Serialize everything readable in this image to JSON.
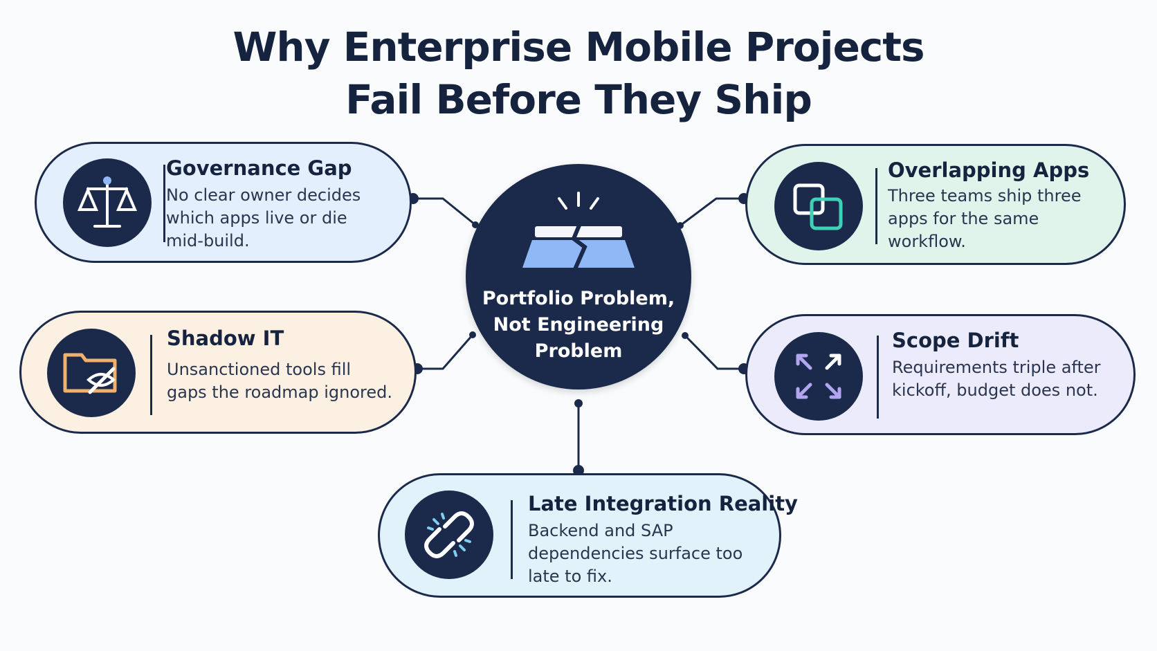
{
  "title": {
    "line1": "Why Enterprise Mobile Projects",
    "line2": "Fail Before They Ship"
  },
  "hub": {
    "label": "Portfolio Problem, Not Engineering Problem",
    "icon": "broken-block-icon"
  },
  "cards": {
    "governance": {
      "title": "Governance Gap",
      "text": "No clear owner decides which apps live or die mid-build.",
      "icon": "scales-icon"
    },
    "overlap": {
      "title": "Overlapping Apps",
      "text": "Three teams ship three apps for the same workflow.",
      "icon": "overlapping-squares-icon"
    },
    "shadow": {
      "title": "Shadow IT",
      "text": "Unsanctioned tools fill gaps the roadmap ignored.",
      "icon": "hidden-folder-icon"
    },
    "scope": {
      "title": "Scope Drift",
      "text": "Requirements triple after kickoff, budget does not.",
      "icon": "expand-arrows-icon"
    },
    "late": {
      "title": "Late Integration Reality",
      "text": "Backend and SAP dependencies surface too late to fix.",
      "icon": "broken-link-icon"
    }
  },
  "colors": {
    "navy": "#1b2a4a",
    "governance_bg": "#e4effd",
    "overlap_bg": "#e1f4ec",
    "shadow_bg": "#fcf0e2",
    "scope_bg": "#ecebfb",
    "late_bg": "#e2f2fa",
    "icon_blue": "#8fb8f5",
    "icon_teal": "#3fd1b5",
    "icon_orange": "#f2b06a",
    "icon_lavender": "#b3a6f0",
    "icon_sky": "#7dd0f0"
  }
}
